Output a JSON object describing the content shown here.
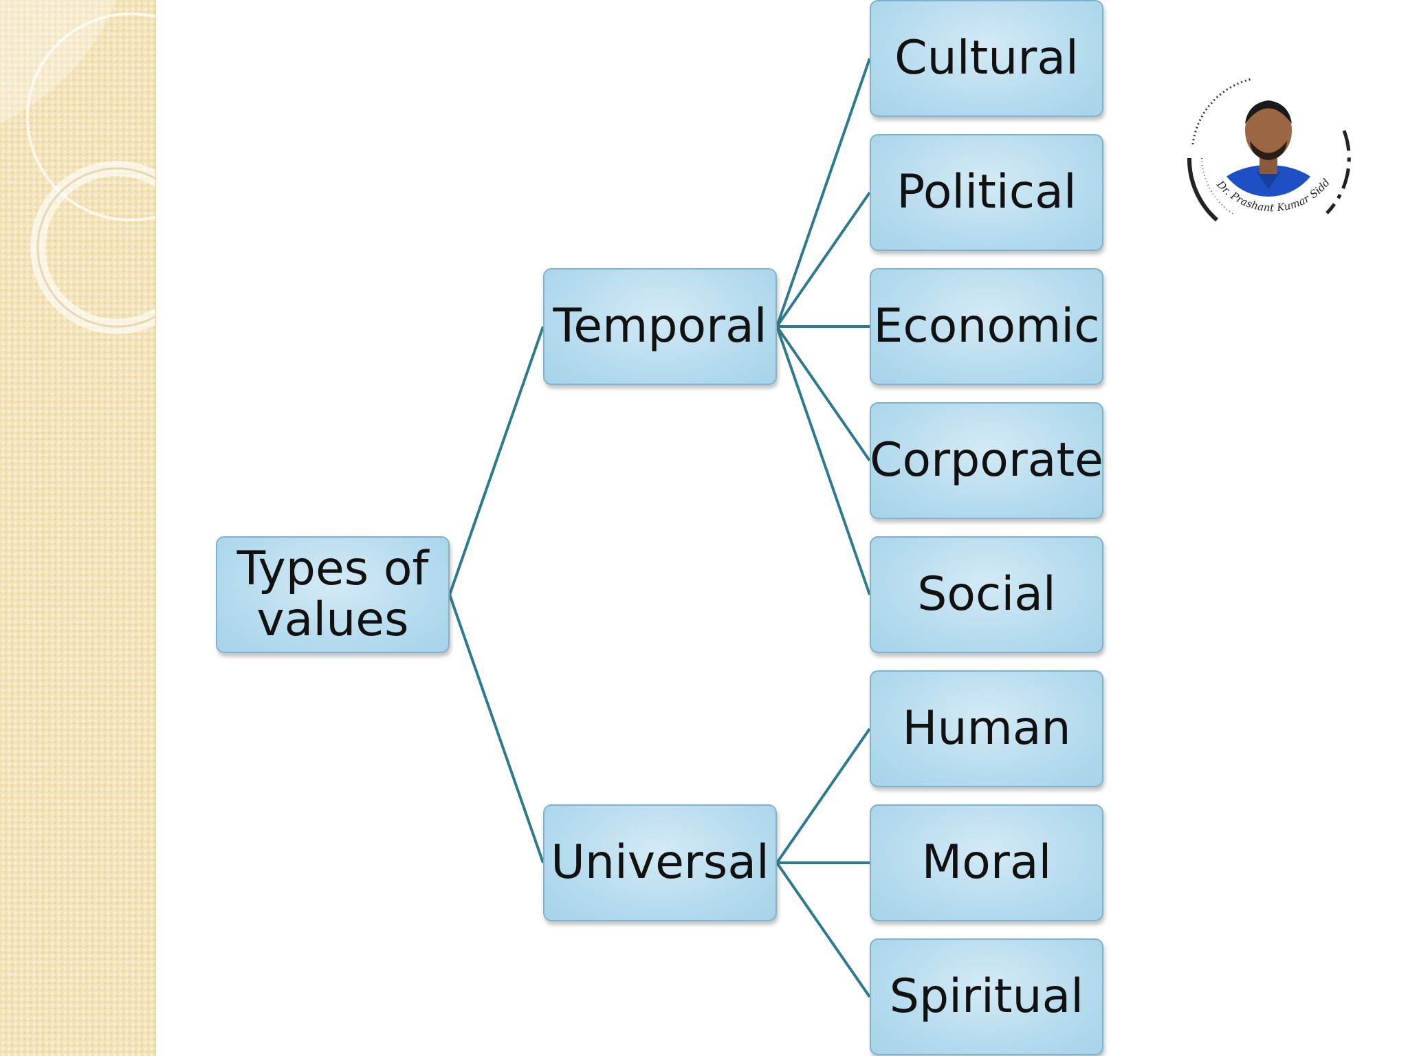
{
  "diagram": {
    "root": {
      "label": "Types of\nvalues"
    },
    "branches": [
      {
        "label": "Temporal",
        "children": [
          "Cultural",
          "Political",
          "Economic",
          "Corporate",
          "Social"
        ]
      },
      {
        "label": "Universal",
        "children": [
          "Human",
          "Moral",
          "Spiritual"
        ]
      }
    ]
  },
  "colors": {
    "connector": "#2d7a8c",
    "node_fill": "#b5dbee",
    "node_border": "#7fb2cb",
    "side_band": "#f3e3b8"
  },
  "logo": {
    "caption": "Dr. Prashant Kumar Siddhey",
    "shirt_color": "#1e4fc4"
  }
}
